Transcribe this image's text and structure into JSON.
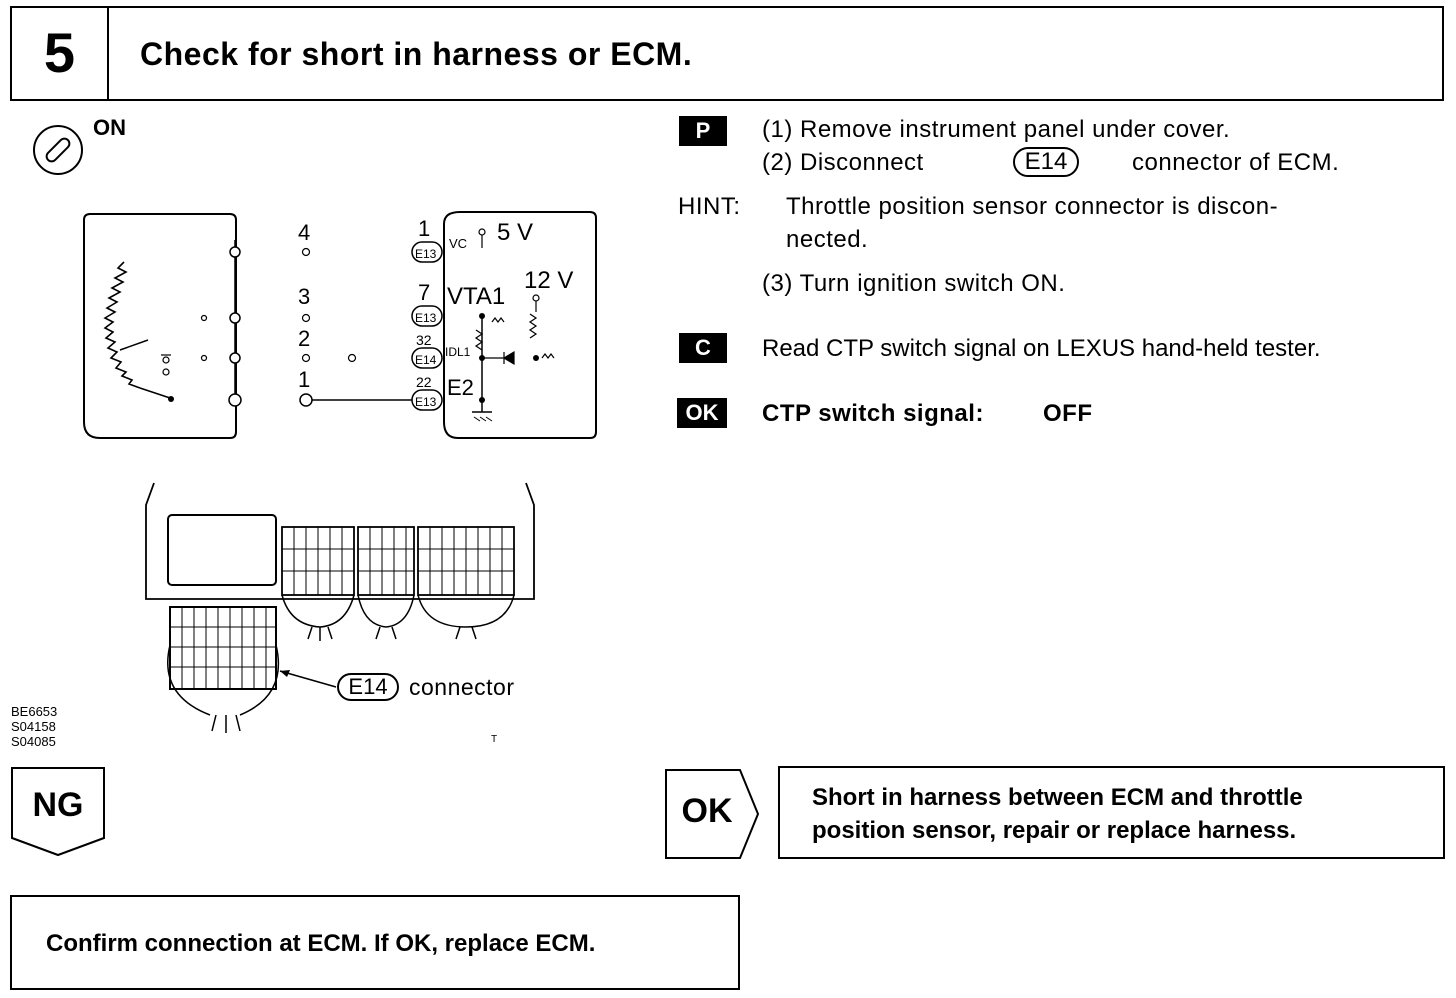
{
  "header": {
    "step_number": "5",
    "title": "Check for short in harness or ECM."
  },
  "ignition": {
    "label": "ON",
    "icon": "ignition-key-icon"
  },
  "procedure": {
    "p_tag": "P",
    "p_line1": "(1) Remove instrument panel under cover.",
    "p_line2_prefix": "(2) Disconnect",
    "p_line2_connector": "E14",
    "p_line2_suffix": "connector of ECM.",
    "hint_label": "HINT:",
    "hint_line1": "Throttle position sensor connector is discon-",
    "hint_line2": "nected.",
    "p_line3": "(3) Turn ignition switch ON.",
    "c_tag": "C",
    "c_text": "Read CTP switch signal on LEXUS hand-held tester.",
    "ok_tag": "OK",
    "ok_label": "CTP switch signal:",
    "ok_value": "OFF"
  },
  "wiring": {
    "sensor_pins": [
      "4",
      "3",
      "2",
      "1"
    ],
    "ecm_pins": [
      "1",
      "7",
      "32",
      "22"
    ],
    "connectors": [
      "E13",
      "E13",
      "E14",
      "E13"
    ],
    "terminals": [
      "VC",
      "VTA1",
      "IDL1",
      "E2"
    ],
    "voltages": [
      "5 V",
      "12 V"
    ]
  },
  "ecm_figure": {
    "connector_tag": "E14",
    "connector_label": "connector"
  },
  "figure_codes": [
    "BE6653",
    "S04158",
    "S04085"
  ],
  "figure_mark": "T",
  "result": {
    "ng_label": "NG",
    "ok_label": "OK",
    "ok_text_line1": "Short in harness between ECM and throttle",
    "ok_text_line2": "position sensor, repair or replace harness.",
    "ng_text": "Confirm connection at ECM. If OK, replace ECM."
  }
}
